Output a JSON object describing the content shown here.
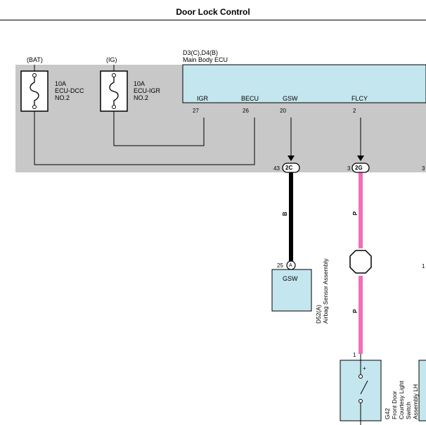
{
  "title": "Door Lock Control",
  "colors": {
    "ground": "#c8c8c8",
    "ecu_fill": "#c4e6ee",
    "wire_black": "#000000",
    "wire_pink": "#f06fb8"
  },
  "fuses": [
    {
      "source": "(BAT)",
      "rating": "10A",
      "name": "ECU-DCC\nNO.2"
    },
    {
      "source": "(IG)",
      "rating": "10A",
      "name": "ECU-IGR\nNO.2"
    }
  ],
  "ecu": {
    "code": "D3(C),D4(B)",
    "name": "Main Body ECU",
    "terminals": [
      {
        "name": "IGR",
        "pin": "27"
      },
      {
        "name": "BECU",
        "pin": "26"
      },
      {
        "name": "GSW",
        "pin": "20"
      },
      {
        "name": "FLCY",
        "pin": "2"
      }
    ]
  },
  "junctions": [
    {
      "pin": "43",
      "connector": "2C"
    },
    {
      "pin": "3",
      "connector": "2G"
    },
    {
      "edge_label": "3"
    }
  ],
  "wires": [
    {
      "color_code": "B"
    },
    {
      "color_code": "P",
      "lower_color_code": "P"
    }
  ],
  "airbag": {
    "pin": "25",
    "connector": "A",
    "terminal": "GSW",
    "label": "D52(A)\nAirbag Sensor Assembly"
  },
  "switch": {
    "pin": "1",
    "polarity": "+",
    "label": "G42\nFront Door Courtesy Light\nSwitch Assembly LH"
  },
  "edge_pin": "1"
}
